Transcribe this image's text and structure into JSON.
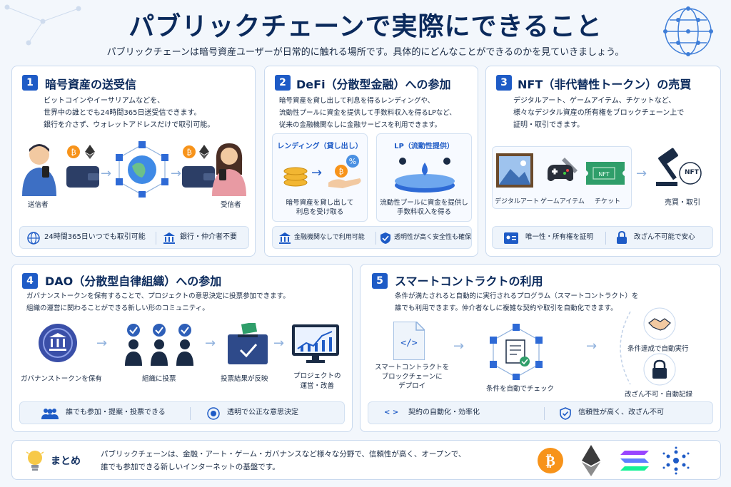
{
  "header": {
    "title": "パブリックチェーンで実際にできること",
    "subtitle": "パブリックチェーンは暗号資産ユーザーが日常的に触れる場所です。具体的にどんなことができるのかを見ていきましょう。"
  },
  "sections": [
    {
      "num": "1",
      "title": "暗号資産の送受信",
      "desc": [
        "ビットコインやイーサリアムなどを、",
        "世界中の誰とでも24時間365日送受信できます。",
        "銀行を介さず、ウォレットアドレスだけで取引可能。"
      ],
      "labels": {
        "sender": "送信者",
        "receiver": "受信者"
      },
      "footer": [
        "24時間365日いつでも取引可能",
        "銀行・仲介者不要"
      ]
    },
    {
      "num": "2",
      "title": "DeFi（分散型金融）への参加",
      "desc": [
        "暗号資産を貸し出して利息を得るレンディングや、",
        "流動性プールに資金を提供して手数料収入を得るLPなど、",
        "従来の金融機関なしに金融サービスを利用できます。"
      ],
      "lending": {
        "head": "レンディング（貸し出し）",
        "cap": [
          "暗号資産を貸し出して",
          "利息を受け取る"
        ]
      },
      "lp": {
        "head": "LP（流動性提供）",
        "cap": [
          "流動性プールに資金を提供し",
          "手数料収入を得る"
        ]
      },
      "footer": [
        "金融機関なしで利用可能",
        "透明性が高く安全性も確保"
      ]
    },
    {
      "num": "3",
      "title": "NFT（非代替性トークン）の売買",
      "desc": [
        "デジタルアート、ゲームアイテム、チケットなど、",
        "様々なデジタル資産の所有権をブロックチェーン上で",
        "証明・取引できます。"
      ],
      "items": [
        "デジタルアート",
        "ゲームアイテム",
        "チケット"
      ],
      "trade": "売買・取引",
      "nft_badge": "NFT",
      "footer": [
        "唯一性・所有権を証明",
        "改ざん不可能で安心"
      ]
    },
    {
      "num": "4",
      "title": "DAO（分散型自律組織）への参加",
      "desc": [
        "ガバナンストークンを保有することで、プロジェクトの意思決定に投票参加できます。",
        "組織の運営に関わることができる新しい形のコミュニティ。"
      ],
      "steps": [
        "ガバナンストークンを保有",
        "組織に投票",
        "投票結果が反映",
        "プロジェクトの",
        "運営・改善"
      ],
      "footer": [
        "誰でも参加・提案・投票できる",
        "透明で公正な意思決定"
      ]
    },
    {
      "num": "5",
      "title": "スマートコントラクトの利用",
      "desc": [
        "条件が満たされると自動的に実行されるプログラム（スマートコントラクト）を",
        "誰でも利用できます。仲介者なしに複雑な契約や取引を自動化できます。"
      ],
      "deploy": [
        "スマートコントラクトを",
        "ブロックチェーンに",
        "デプロイ"
      ],
      "check": "条件を自動でチェック",
      "results": [
        "条件達成で自動実行",
        "改ざん不可・自動記録"
      ],
      "footer": [
        "契約の自動化・効率化",
        "信頼性が高く、改ざん不可"
      ]
    }
  ],
  "summary": {
    "label": "まとめ",
    "text": [
      "パブリックチェーンは、金融・アート・ゲーム・ガバナンスなど様々な分野で、信頼性が高く、オープンで、",
      "誰でも参加できる新しいインターネットの基盤です。"
    ]
  },
  "colors": {
    "navy": "#0b2a5c",
    "blue": "#1e5bc6",
    "btc": "#f7931a",
    "green": "#2f9e6a"
  }
}
